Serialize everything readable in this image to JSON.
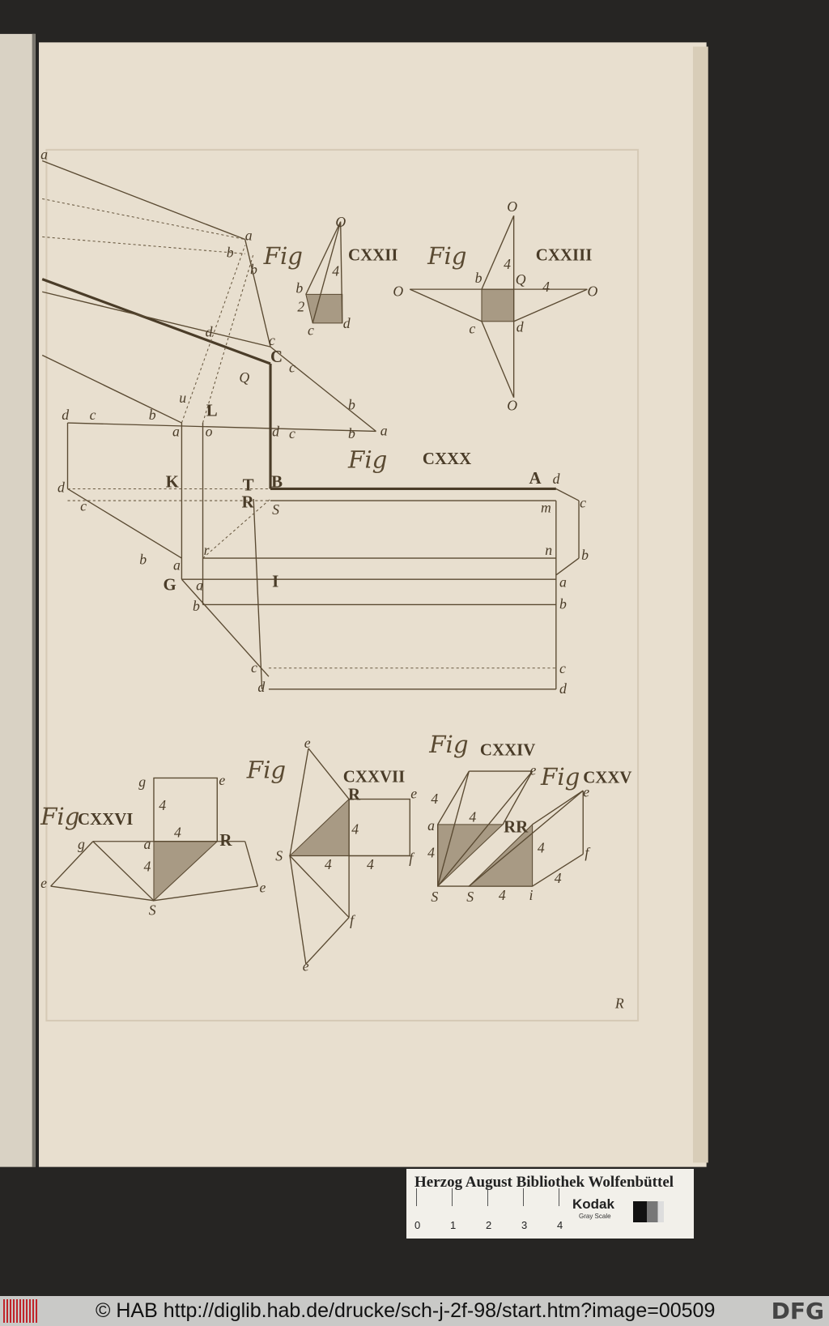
{
  "page": {
    "page_mark": "R",
    "figures": [
      {
        "caption_prefix": "Fig",
        "caption_numeral": "CXXII"
      },
      {
        "caption_prefix": "Fig",
        "caption_numeral": "CXXIII"
      },
      {
        "caption_prefix": "Fig",
        "caption_numeral": "CXXX"
      },
      {
        "caption_prefix": "Fig",
        "caption_numeral": "CXXIV"
      },
      {
        "caption_prefix": "Fig",
        "caption_numeral": "CXXV"
      },
      {
        "caption_prefix": "Fig",
        "caption_numeral": "CXXVI"
      },
      {
        "caption_prefix": "Fig",
        "caption_numeral": "CXXVII"
      }
    ]
  },
  "color_card": {
    "title": "Herzog August Bibliothek Wolfenbüttel",
    "brand": "Kodak",
    "subtitle": "Gray Scale",
    "scale_numbers": [
      "0",
      "1",
      "2",
      "3",
      "4"
    ]
  },
  "footer": {
    "text": "© HAB http://diglib.hab.de/drucke/sch-j-2f-98/start.htm?image=00509",
    "right_logo": "DFG"
  },
  "colors": {
    "paper": "#e8dfcf",
    "ink": "#4a3c28",
    "background": "#262523"
  }
}
